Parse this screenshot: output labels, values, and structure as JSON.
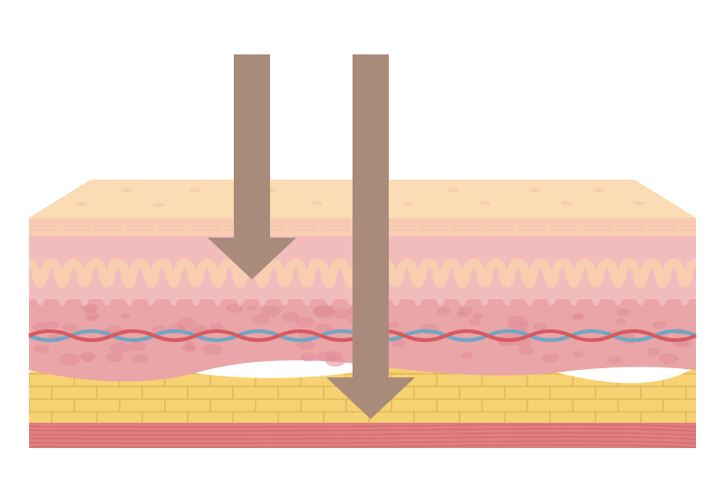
{
  "diagram": {
    "subject": "skin-cross-section",
    "layers": [
      "epidermis-surface",
      "epidermis",
      "dermis",
      "blood-vessels",
      "subcutaneous-fat",
      "muscle"
    ],
    "arrows": [
      {
        "name": "shallow-penetration-arrow",
        "reaches_layer": "dermis"
      },
      {
        "name": "deep-penetration-arrow",
        "reaches_layer": "subcutaneous-fat"
      }
    ],
    "colors": {
      "surface": "#fbdcb4",
      "epidermis": "#f8cdb0",
      "dermis_upper": "#f2bcbc",
      "dermis_lower": "#e9a5a8",
      "dermis_cells": "#e08e98",
      "fat": "#f6d272",
      "fat_lines": "#d9ab4b",
      "muscle": "#e07f82",
      "muscle_lines": "#c9606a",
      "artery": "#d65a5e",
      "vein": "#6fa6c6",
      "arrow": "#a98b7b"
    }
  }
}
